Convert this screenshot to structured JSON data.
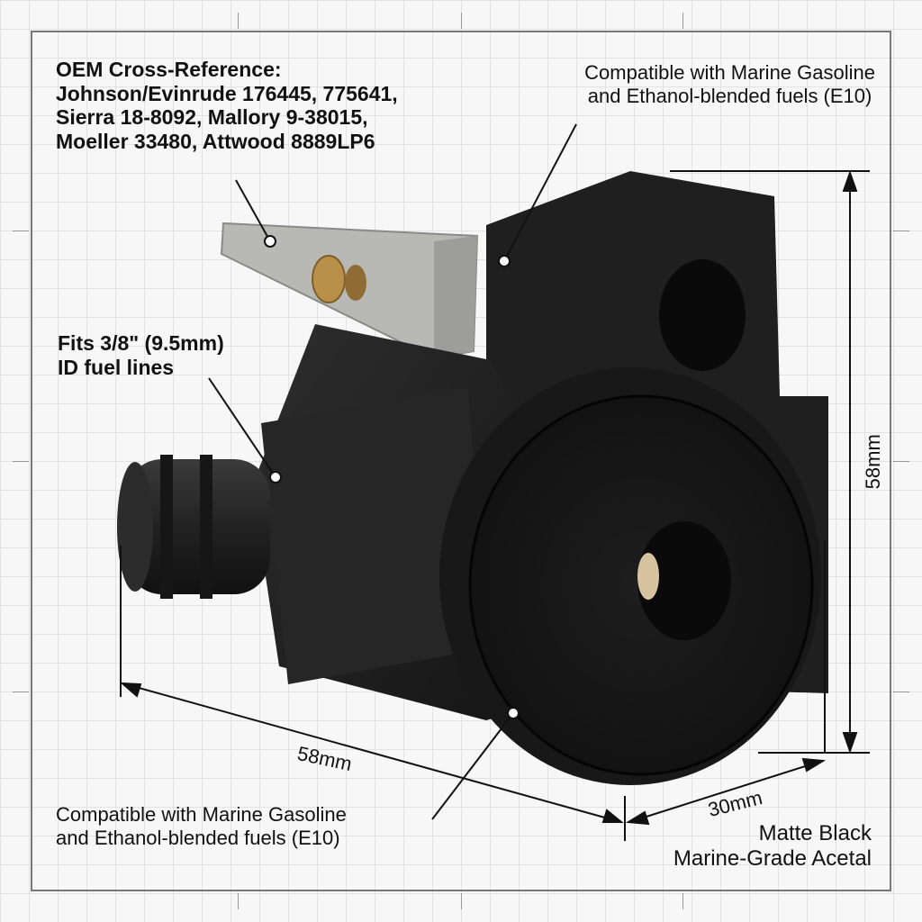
{
  "labels": {
    "oem_lines": [
      "OEM Cross-Reference:",
      "Johnson/Evinrude 176445, 775641,",
      "Sierra 18-8092, Mallory 9-38015,",
      "Moeller 33480, Attwood 8889LP6"
    ],
    "compat_top_lines": [
      "Compatible with Marine Gasoline",
      "and Ethanol-blended fuels (E10)"
    ],
    "fits_lines": [
      "Fits 3/8\" (9.5mm)",
      "ID fuel lines"
    ],
    "compat_bottom_lines": [
      "Compatible with Marine Gasoline",
      "and Ethanol-blended fuels (E10)"
    ],
    "material_lines": [
      "Matte Black",
      "Marine-Grade Acetal"
    ]
  },
  "dimensions": {
    "height": "58mm",
    "length": "58mm",
    "width": "30mm"
  },
  "colors": {
    "body": "#1c1c1c",
    "bracket": "#b8b8b4",
    "rivet": "#b8904a",
    "text": "#111111",
    "line": "#111111"
  }
}
